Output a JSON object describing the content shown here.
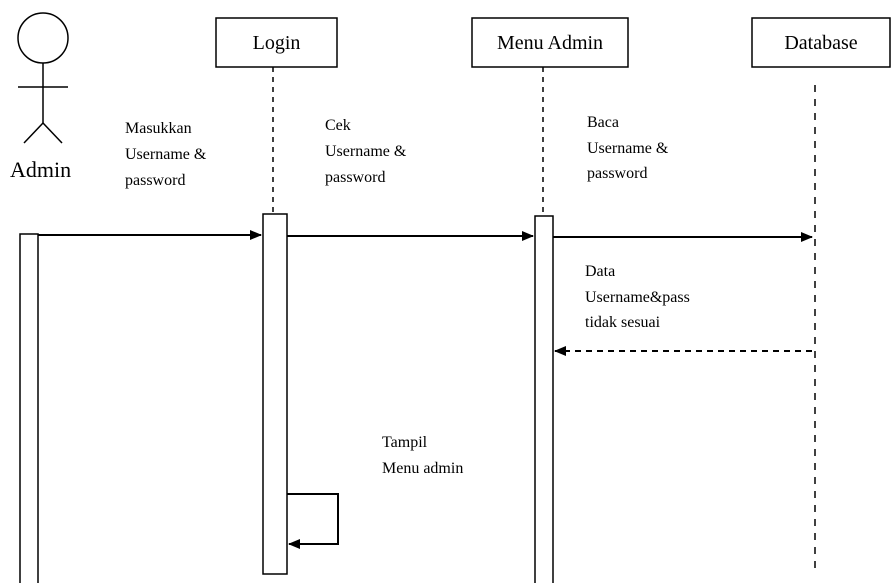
{
  "actor": {
    "name": "Admin"
  },
  "participants": [
    {
      "id": "login",
      "label": "Login"
    },
    {
      "id": "menu_admin",
      "label": "Menu Admin"
    },
    {
      "id": "database",
      "label": "Database"
    }
  ],
  "messages": [
    {
      "id": "m1",
      "from": "Admin",
      "to": "Login",
      "style": "solid",
      "lines": [
        "Masukkan",
        "Username &",
        "password"
      ]
    },
    {
      "id": "m2",
      "from": "Login",
      "to": "Menu Admin",
      "style": "solid",
      "lines": [
        "Cek",
        "Username &",
        "password"
      ]
    },
    {
      "id": "m3",
      "from": "Menu Admin",
      "to": "Database",
      "style": "solid",
      "lines": [
        "Baca",
        "Username &",
        "password"
      ]
    },
    {
      "id": "m4",
      "from": "Database",
      "to": "Menu Admin",
      "style": "dashed",
      "lines": [
        "Data",
        "Username&pass",
        "tidak sesuai"
      ]
    },
    {
      "id": "m5",
      "from": "Login",
      "to": "Login",
      "style": "solid",
      "lines": [
        "Tampil",
        "Menu admin"
      ]
    }
  ]
}
